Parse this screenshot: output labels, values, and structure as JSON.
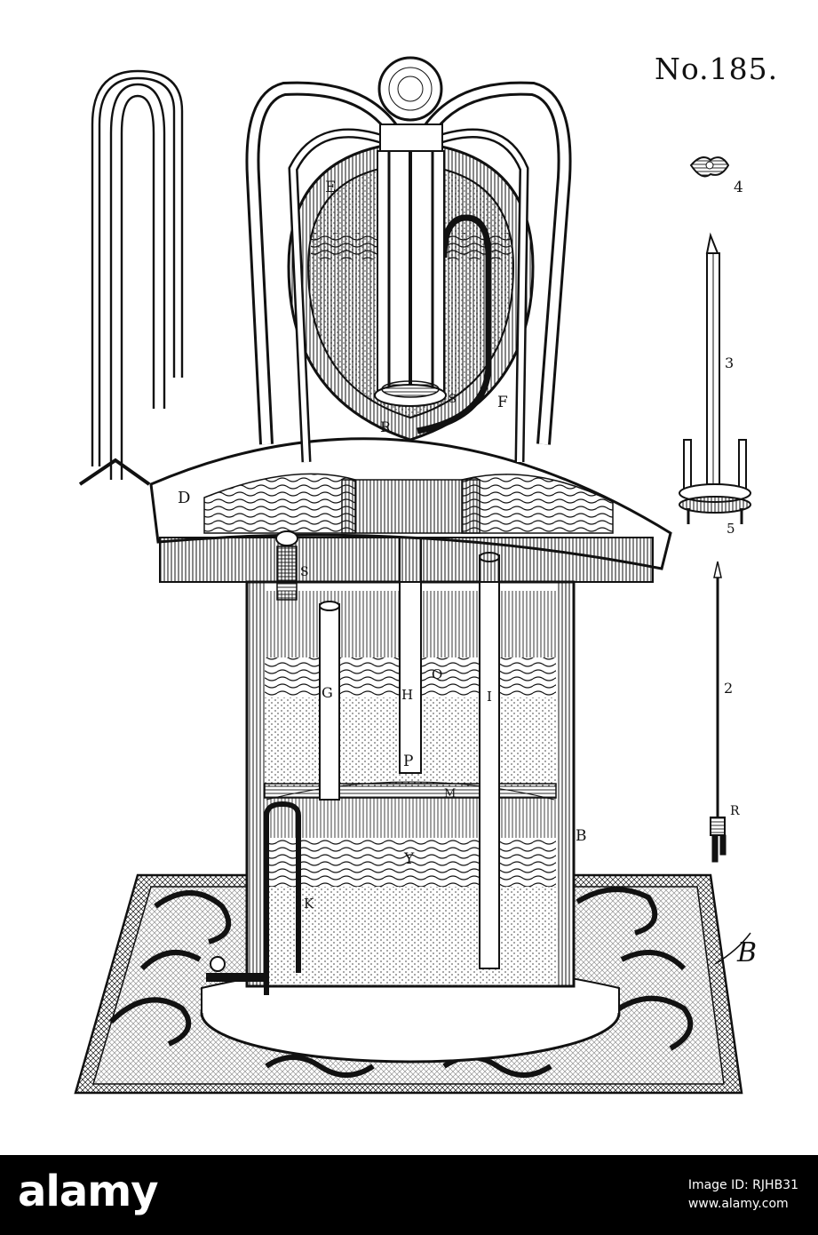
{
  "plate": {
    "number": "No.185.",
    "figure_numbers": [
      "4",
      "3",
      "5",
      "2"
    ],
    "labels": {
      "E": "E",
      "F": "F",
      "D": "D",
      "R_top": "R",
      "S_right": "S",
      "S_mid": "S",
      "G": "G",
      "H": "H",
      "Q": "Q",
      "I": "I",
      "P": "P",
      "M": "M",
      "B": "B",
      "Y": "Y",
      "K": "K",
      "R_small": "R",
      "B_script": "B"
    }
  },
  "watermark": {
    "brand": "alamy",
    "image_id": "Image ID: RJHB31",
    "site": "www.alamy.com"
  },
  "colors": {
    "ink": "#111111",
    "paper": "#ffffff",
    "footer_bg": "#000000",
    "footer_text": "#ffffff"
  }
}
